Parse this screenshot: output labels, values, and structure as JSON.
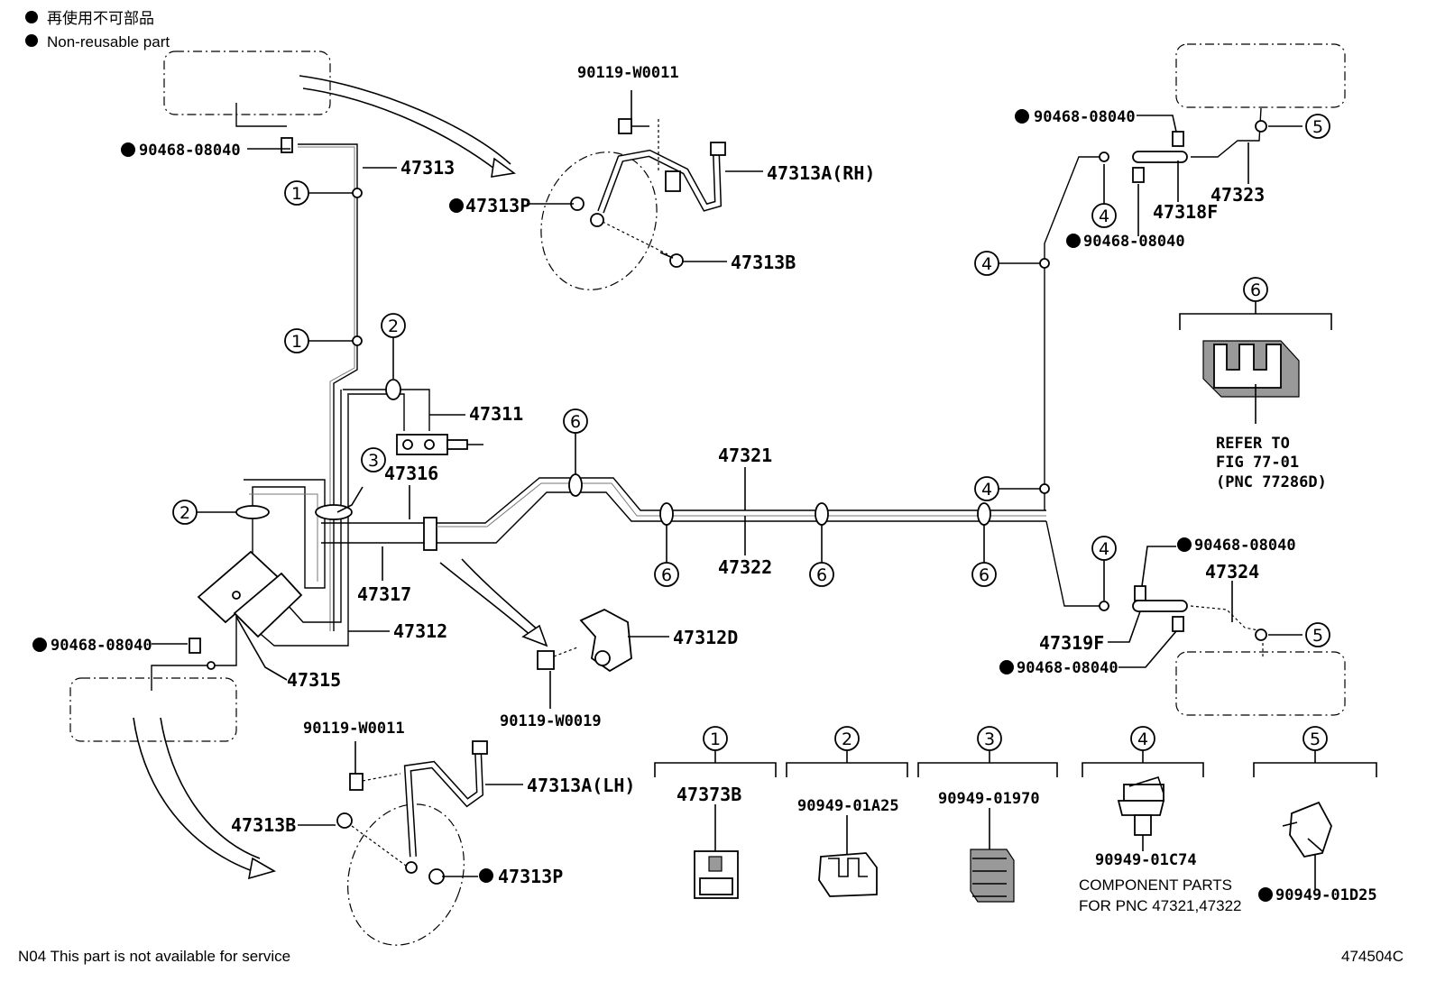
{
  "legend": {
    "line1": "再使用不可部品",
    "line2": "Non-reusable part"
  },
  "labels": {
    "p_90119_w0011_top": "90119-W0011",
    "p_47313arh": "47313A(RH)",
    "p_47313p_top": "47313P",
    "p_47313b_top": "47313B",
    "p_90468_topleft": "90468-08040",
    "p_47313": "47313",
    "p_47311": "47311",
    "p_47316": "47316",
    "p_47317": "47317",
    "p_47312": "47312",
    "p_47315": "47315",
    "p_90468_left": "90468-08040",
    "p_47321": "47321",
    "p_47322": "47322",
    "p_47312d": "47312D",
    "p_90119_w0019": "90119-W0019",
    "p_90119_w0011_bot": "90119-W0011",
    "p_47313alh": "47313A(LH)",
    "p_47313b_bot": "47313B",
    "p_47313p_bot": "47313P",
    "p_90468_tr1": "90468-08040",
    "p_90468_tr2": "90468-08040",
    "p_47318f": "47318F",
    "p_47323": "47323",
    "p_refer1": "REFER TO",
    "p_refer2": "FIG 77-01",
    "p_refer3": "(PNC 77286D)",
    "p_90468_br1": "90468-08040",
    "p_90468_br2": "90468-08040",
    "p_47324": "47324",
    "p_47319f": "47319F",
    "p_47373b": "47373B",
    "p_90949_01a25": "90949-01A25",
    "p_90949_01970": "90949-01970",
    "p_90949_01c74": "90949-01C74",
    "p_comp1": "COMPONENT PARTS",
    "p_comp2": "FOR PNC 47321,47322",
    "p_90949_01d25": "90949-01D25"
  },
  "callouts": {
    "c1": "1",
    "c2": "2",
    "c3": "3",
    "c4": "4",
    "c5": "5",
    "c6": "6"
  },
  "footer": {
    "note": "N04 This part is not available for service",
    "code": "474504C"
  }
}
